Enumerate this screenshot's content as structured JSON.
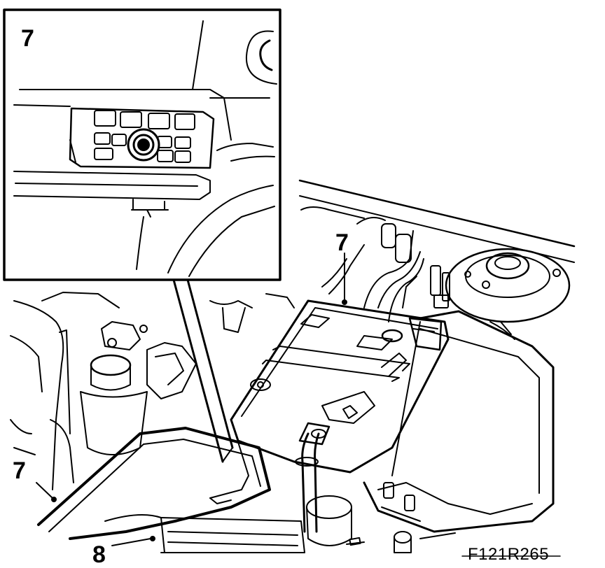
{
  "callouts": {
    "inset_label": "7",
    "battery_label": "7",
    "left_label": "7",
    "bottom_label": "8"
  },
  "figure_code": "F121R265",
  "colors": {
    "ink": "#000000",
    "paper": "#ffffff"
  }
}
